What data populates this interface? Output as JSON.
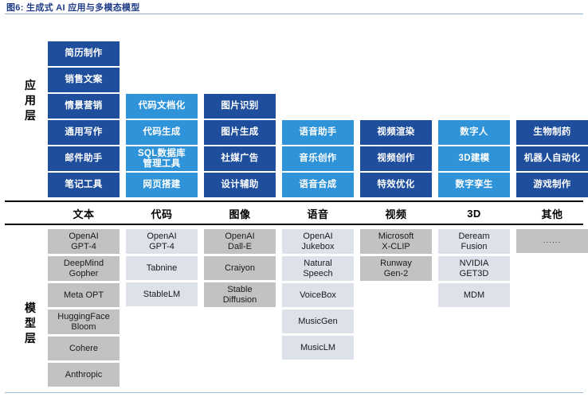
{
  "figure": {
    "title": "图6: 生成式 AI 应用与多模态模型",
    "title_color": "#1F3C88",
    "rule_color": "#8fb3d9"
  },
  "colors": {
    "dark_blue": "#1F4E9C",
    "light_blue": "#2E93D8",
    "gray": "#c2c2c2",
    "lavender": "#dde1ea"
  },
  "categories": [
    {
      "label": "文本"
    },
    {
      "label": "代码"
    },
    {
      "label": "图像"
    },
    {
      "label": "语音"
    },
    {
      "label": "视频"
    },
    {
      "label": "3D"
    },
    {
      "label": "其他"
    }
  ],
  "application_layer": {
    "label": "应用层",
    "columns": [
      {
        "category": "文本",
        "style": "dark",
        "items": [
          "简历制作",
          "销售文案",
          "情景营销",
          "通用写作",
          "邮件助手",
          "笔记工具"
        ]
      },
      {
        "category": "代码",
        "style": "light",
        "items": [
          "代码文档化",
          "代码生成",
          "SQL数据库\n管理工具",
          "网页搭建"
        ]
      },
      {
        "category": "图像",
        "style": "dark",
        "items": [
          "图片识别",
          "图片生成",
          "社媒广告",
          "设计辅助"
        ]
      },
      {
        "category": "语音",
        "style": "light",
        "items": [
          "语音助手",
          "音乐创作",
          "语音合成"
        ]
      },
      {
        "category": "视频",
        "style": "dark",
        "items": [
          "视频渲染",
          "视频创作",
          "特效优化"
        ]
      },
      {
        "category": "3D",
        "style": "light",
        "items": [
          "数字人",
          "3D建模",
          "数字孪生"
        ]
      },
      {
        "category": "其他",
        "style": "dark",
        "items": [
          "生物制药",
          "机器人自动化",
          "游戏制作"
        ]
      }
    ]
  },
  "model_layer": {
    "label": "模型层",
    "columns": [
      {
        "category": "文本",
        "style": "gray",
        "items": [
          "OpenAI\nGPT-4",
          "DeepMind\nGopher",
          "Meta OPT",
          "HuggingFace\nBloom",
          "Cohere",
          "Anthropic"
        ]
      },
      {
        "category": "代码",
        "style": "lav",
        "items": [
          "OpenAI\nGPT-4",
          "Tabnine",
          "StableLM"
        ]
      },
      {
        "category": "图像",
        "style": "gray",
        "items": [
          "OpenAI\nDall-E",
          "Craiyon",
          "Stable\nDiffusion"
        ]
      },
      {
        "category": "语音",
        "style": "lav",
        "items": [
          "OpenAI\nJukebox",
          "Natural\nSpeech",
          "VoiceBox",
          "MusicGen",
          "MusicLM"
        ]
      },
      {
        "category": "视频",
        "style": "gray",
        "items": [
          "Microsoft\nX-CLIP",
          "Runway\nGen-2"
        ]
      },
      {
        "category": "3D",
        "style": "lav",
        "items": [
          "Deream\nFusion",
          "NVIDIA\nGET3D",
          "MDM"
        ]
      },
      {
        "category": "其他",
        "style": "gray",
        "items": [
          "......"
        ]
      }
    ]
  }
}
